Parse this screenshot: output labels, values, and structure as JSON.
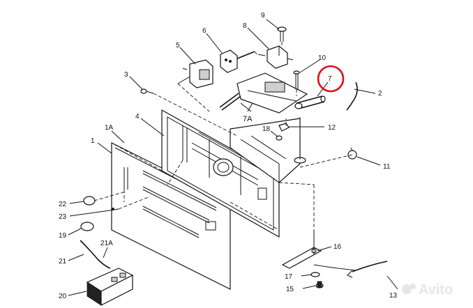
{
  "callouts": {
    "c1": "1",
    "c1a": "1A",
    "c2": "2",
    "c3": "3",
    "c4": "4",
    "c5": "5",
    "c6": "6",
    "c7": "7",
    "c7a": "7A",
    "c8": "8",
    "c9": "9",
    "c10": "10",
    "c11": "11",
    "c12": "12",
    "c13": "13",
    "c15": "15",
    "c16": "16",
    "c17": "17",
    "c18": "18",
    "c19": "19",
    "c20": "20",
    "c21": "21",
    "c21a": "21A",
    "c22": "22",
    "c23": "23"
  },
  "highlight": {
    "part": "7",
    "color": "#d6121a"
  },
  "watermark": {
    "text": "Avito"
  }
}
